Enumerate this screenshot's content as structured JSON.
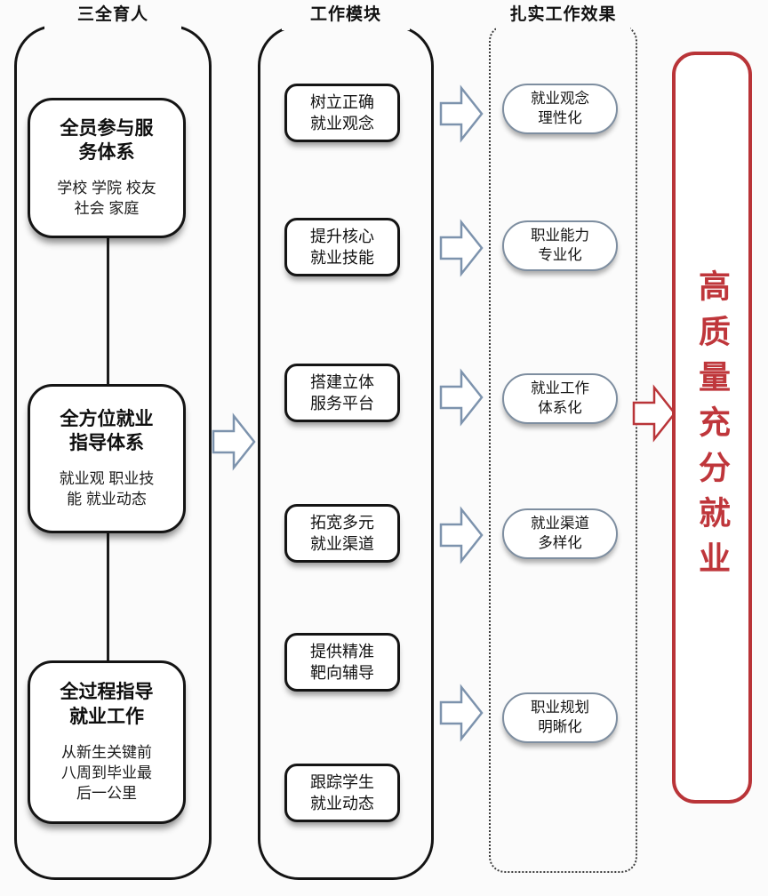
{
  "colors": {
    "outline_black": "#141414",
    "arrow_blue": "#7d93ad",
    "pill_border": "#7e8ea0",
    "accent_red": "#b93438",
    "background": "#fbfbfb"
  },
  "columns": {
    "sanquan": {
      "header": "三全育人",
      "boxes": [
        {
          "title": "全员参与服\n务体系",
          "subtitle": "学校 学院 校友\n社会 家庭"
        },
        {
          "title": "全方位就业\n指导体系",
          "subtitle": "就业观 职业技\n能 就业动态"
        },
        {
          "title": "全过程指导\n就业工作",
          "subtitle": "从新生关键前\n八周到毕业最\n后一公里"
        }
      ]
    },
    "modules": {
      "header": "工作模块",
      "items": [
        "树立正确\n就业观念",
        "提升核心\n就业技能",
        "搭建立体\n服务平台",
        "拓宽多元\n就业渠道",
        "提供精准\n靶向辅导",
        "跟踪学生\n就业动态"
      ]
    },
    "effects": {
      "header": "扎实工作效果",
      "items": [
        "就业观念\n理性化",
        "职业能力\n专业化",
        "就业工作\n体系化",
        "就业渠道\n多样化",
        "职业规划\n明晰化"
      ]
    }
  },
  "result": {
    "label": "高质量充分就业"
  }
}
